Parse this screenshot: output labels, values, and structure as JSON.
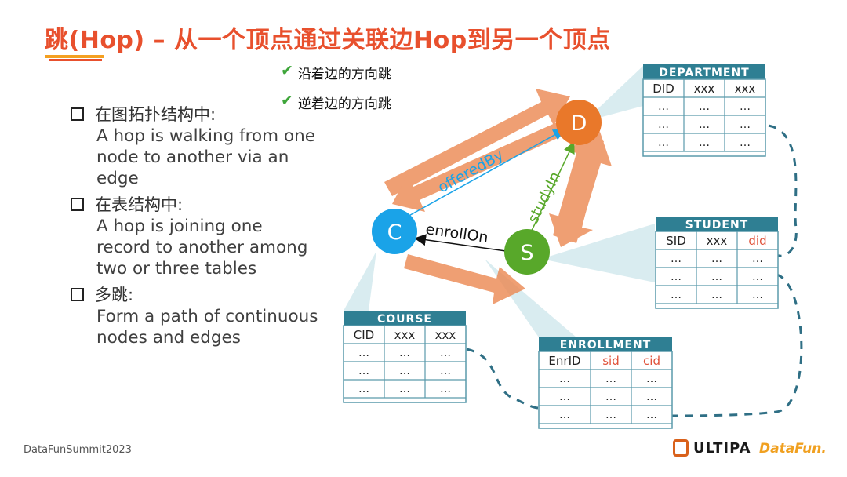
{
  "title": "跳(Hop) – 从一个顶点通过关联边Hop到另一个顶点",
  "checks": [
    "沿着边的方向跳",
    "逆着边的方向跳"
  ],
  "bullets": [
    {
      "head": "在图拓扑结构中:",
      "body": "A hop is walking from one node to another via an edge"
    },
    {
      "head": "在表结构中:",
      "body": "A hop is joining one record to another among two or three tables"
    },
    {
      "head": "多跳:",
      "body": "Form a path of continuous nodes and edges"
    }
  ],
  "nodes": {
    "c": "C",
    "d": "D",
    "s": "S"
  },
  "edges": {
    "offered_by": "offeredBy",
    "study_in": "studyIn",
    "enroll_on": "enrollOn"
  },
  "tables": {
    "department": {
      "title": "DEPARTMENT",
      "headers": [
        "DID",
        "xxx",
        "xxx"
      ],
      "rows": [
        [
          "…",
          "…",
          "…"
        ],
        [
          "…",
          "…",
          "…"
        ],
        [
          "…",
          "…",
          "…"
        ]
      ]
    },
    "student": {
      "title": "STUDENT",
      "headers": [
        "SID",
        "xxx",
        "did"
      ],
      "rows": [
        [
          "…",
          "…",
          "…"
        ],
        [
          "…",
          "…",
          "…"
        ],
        [
          "…",
          "…",
          "…"
        ]
      ]
    },
    "course": {
      "title": "COURSE",
      "headers": [
        "CID",
        "xxx",
        "xxx"
      ],
      "rows": [
        [
          "…",
          "…",
          "…"
        ],
        [
          "…",
          "…",
          "…"
        ],
        [
          "…",
          "…",
          "…"
        ]
      ]
    },
    "enrollment": {
      "title": "ENROLLMENT",
      "headers": [
        "EnrID",
        "sid",
        "cid"
      ],
      "rows": [
        [
          "…",
          "…",
          "…"
        ],
        [
          "…",
          "…",
          "…"
        ],
        [
          "…",
          "…",
          "…"
        ]
      ]
    }
  },
  "footer": "DataFunSummit2023",
  "logos": {
    "ultipa": "ULTIPA",
    "datafun": "DataFun."
  },
  "colors": {
    "title": "#e8502d",
    "accent": "#f4a021",
    "table_header": "#2f7f93",
    "node_c": "#1aa3e8",
    "node_d": "#e9782a",
    "node_s": "#58a82a",
    "fk": "#e0523a"
  }
}
